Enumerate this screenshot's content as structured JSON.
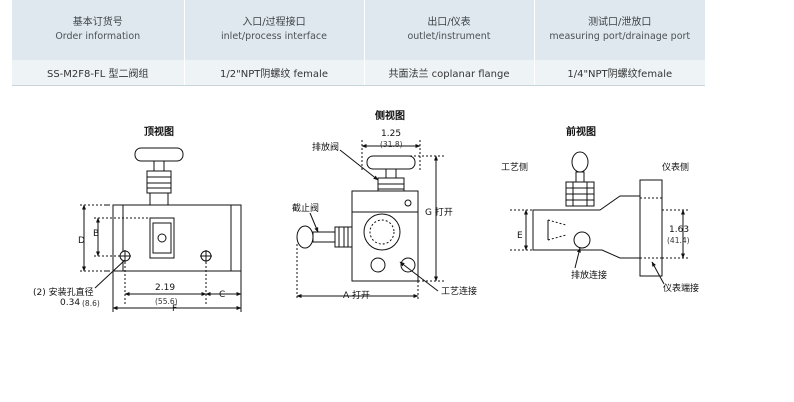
{
  "table": {
    "headers": [
      {
        "zh": "基本订货号",
        "en": "Order information"
      },
      {
        "zh": "入口/过程接口",
        "en": "inlet/process interface"
      },
      {
        "zh": "出口/仪表",
        "en": "outlet/instrument"
      },
      {
        "zh": "测试口/泄放口",
        "en": "measuring port/drainage port"
      }
    ],
    "row": [
      "SS-M2F8-FL 型二阀组",
      "1/2\"NPT阴螺纹  female",
      "共面法兰  coplanar flange",
      "1/4\"NPT阴螺纹female"
    ]
  },
  "top_view": {
    "title": "顶视图",
    "dim_d": "D",
    "dim_b": "B",
    "dim_219": "2.19",
    "dim_556": "(55.6)",
    "dim_c": "C",
    "dim_f": "F",
    "hole_label": "(2) 安装孔直径",
    "hole_in": "0.34",
    "hole_mm": "(8.6)"
  },
  "side_view": {
    "title": "侧视图",
    "dim_125": "1.25",
    "dim_318": "(31.8)",
    "bleed": "排放阀",
    "shutoff": "截止阀",
    "g_open": "G 打开",
    "a_open": "A 打开",
    "process_conn": "工艺连接"
  },
  "front_view": {
    "title": "前视图",
    "process_side": "工艺侧",
    "instrument_side": "仪表侧",
    "dim_e": "E",
    "dim_163": "1.63",
    "dim_414": "(41.4)",
    "drain_conn": "排放连接",
    "instrument_conn": "仪表端接"
  }
}
